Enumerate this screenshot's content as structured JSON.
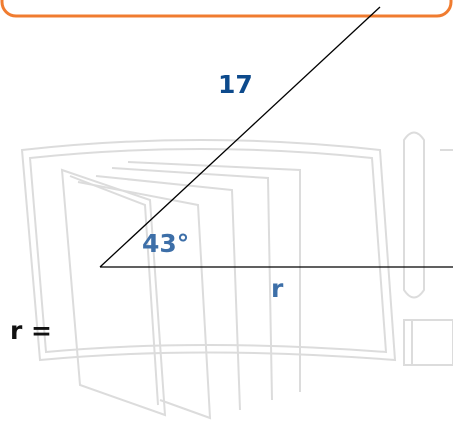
{
  "diagram": {
    "hypotenuse_label": "17",
    "angle_label": "43°",
    "side_label": "r",
    "question_label": "r ="
  },
  "colors": {
    "hypotenuse_label": "#0d4a8c",
    "angle_label": "#3d6fa8",
    "side_label": "#3d6fa8",
    "question_label": "#111111",
    "frame_border": "#f07c30",
    "lines": "#000000",
    "watermark": "#d9d9d9"
  },
  "watermark": {
    "description_icon": "book-logo-watermark"
  }
}
